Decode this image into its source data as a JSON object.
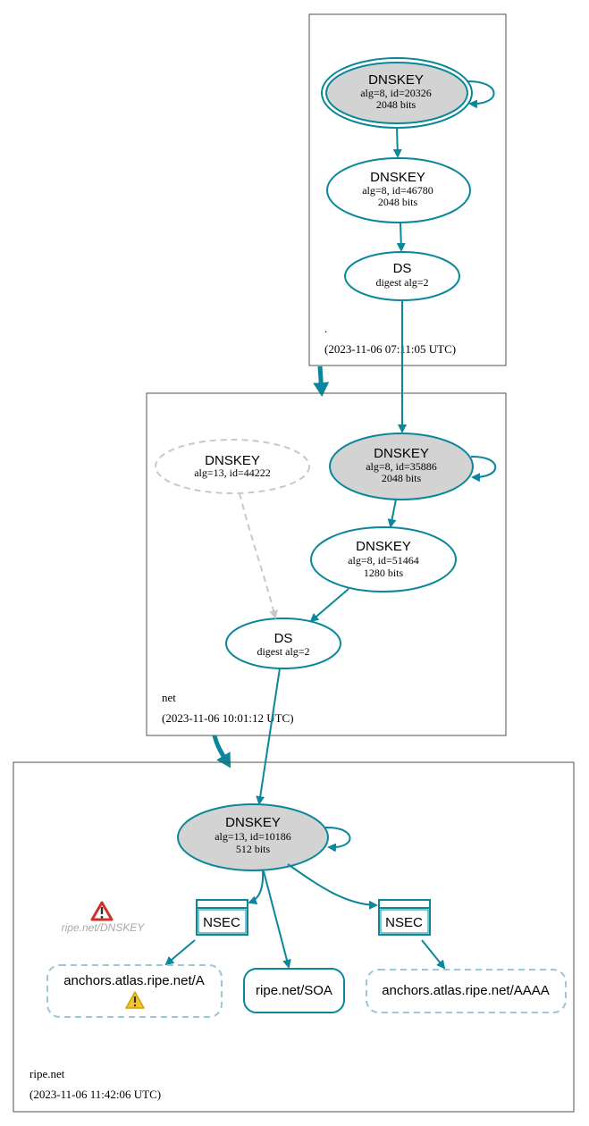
{
  "colors": {
    "teal": "#0a879a",
    "node_fill_grey": "#d3d3d3",
    "inactive_grey": "#c8c8c8",
    "dashed_blue": "#9cc6dc",
    "zone_border": "#505050",
    "warning_red": "#d0302a",
    "warning_yellow": "#f4c430"
  },
  "zones": {
    "root": {
      "name": ".",
      "timestamp": "(2023-11-06 07:11:05 UTC)",
      "ksk": {
        "title": "DNSKEY",
        "line1": "alg=8, id=20326",
        "line2": "2048 bits"
      },
      "zsk": {
        "title": "DNSKEY",
        "line1": "alg=8, id=46780",
        "line2": "2048 bits"
      },
      "ds": {
        "title": "DS",
        "line1": "digest alg=2"
      }
    },
    "net": {
      "name": "net",
      "timestamp": "(2023-11-06 10:01:12 UTC)",
      "inactive_key": {
        "title": "DNSKEY",
        "line1": "alg=13, id=44222"
      },
      "ksk": {
        "title": "DNSKEY",
        "line1": "alg=8, id=35886",
        "line2": "2048 bits"
      },
      "zsk": {
        "title": "DNSKEY",
        "line1": "alg=8, id=51464",
        "line2": "1280 bits"
      },
      "ds": {
        "title": "DS",
        "line1": "digest alg=2"
      }
    },
    "ripe": {
      "name": "ripe.net",
      "timestamp": "(2023-11-06 11:42:06 UTC)",
      "key": {
        "title": "DNSKEY",
        "line1": "alg=13, id=10186",
        "line2": "512 bits"
      },
      "warning_label": "ripe.net/DNSKEY",
      "nsec_left": "NSEC",
      "nsec_right": "NSEC",
      "rr_a": "anchors.atlas.ripe.net/A",
      "rr_soa": "ripe.net/SOA",
      "rr_aaaa": "anchors.atlas.ripe.net/AAAA"
    }
  }
}
